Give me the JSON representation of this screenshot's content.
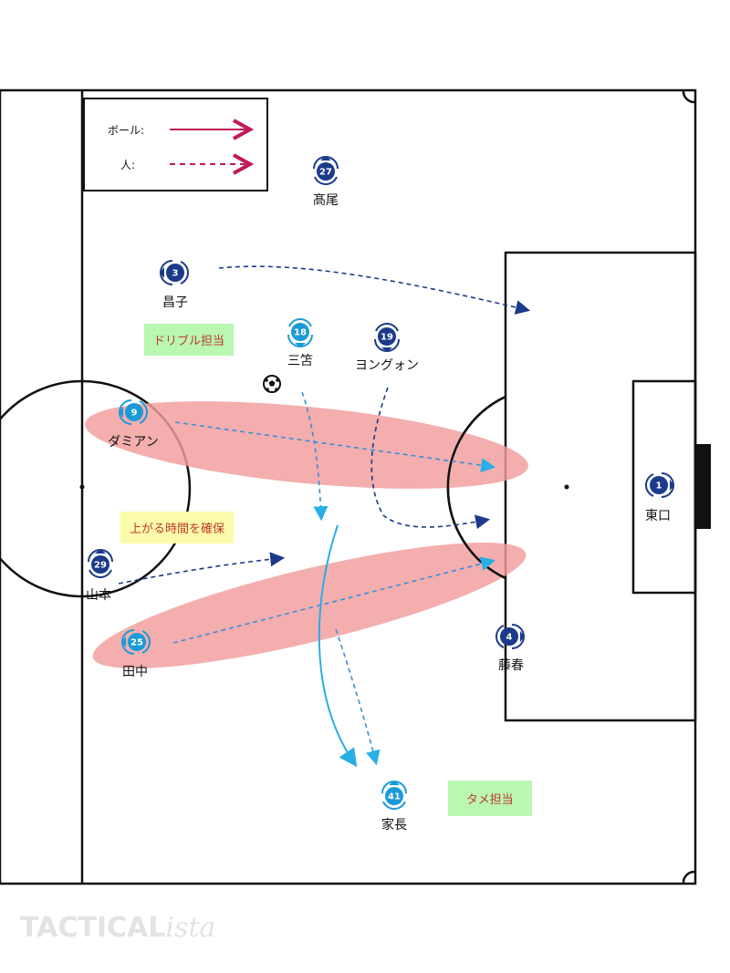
{
  "legend": {
    "ball": "ボール:",
    "person": "人:"
  },
  "colors": {
    "home": "#1a9bd7",
    "away": "#1b3a8a",
    "ball_arrow": "#c2185b",
    "zone": "#f4a3a3",
    "line": "#111111"
  },
  "players": {
    "away": [
      {
        "id": "takao",
        "number": "27",
        "name": "髙尾"
      },
      {
        "id": "masako",
        "number": "3",
        "name": "昌子"
      },
      {
        "id": "yongwon",
        "number": "19",
        "name": "ヨングォン"
      },
      {
        "id": "yamamoto",
        "number": "29",
        "name": "山本"
      },
      {
        "id": "fujiharu",
        "number": "4",
        "name": "藤春"
      },
      {
        "id": "higashiguchi",
        "number": "1",
        "name": "東口"
      }
    ],
    "home": [
      {
        "id": "mikasa",
        "number": "18",
        "name": "三笘"
      },
      {
        "id": "damian",
        "number": "9",
        "name": "ダミアン"
      },
      {
        "id": "tanaka",
        "number": "25",
        "name": "田中"
      },
      {
        "id": "ienaga",
        "number": "41",
        "name": "家長"
      }
    ]
  },
  "tags": {
    "dribble": "ドリブル担当",
    "time": "上がる時間を確保",
    "tame": "タメ担当"
  },
  "watermark": {
    "main": "TACTICAL",
    "italic": "ista"
  }
}
